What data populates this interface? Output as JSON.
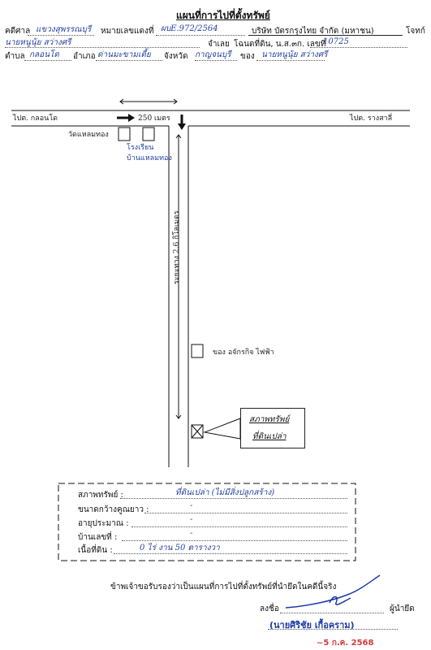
{
  "header": {
    "title": "แผนที่การไปที่ตั้งทรัพย์",
    "case_court_label": "คดีศาล",
    "case_court_value": "แขวงสุพรรณบุรี",
    "red_case_label": "หมายเลขแดงที่",
    "red_case_value": "ผบE.972/2564",
    "plaintiff": "บริษัท บัตรกรุงไทย จำกัด (มหาชน)",
    "plaintiff_role": "โจทก์",
    "defendant_value": "นายหนูนุ้ย  สว่างศรี",
    "defendant_role": "จำเลย",
    "deed_label": "โฉนดที่ดิน, น.ส.๓ก. เลขที่",
    "deed_value": "10725",
    "tambon_label": "ตำบล",
    "tambon_value": "กลอนโด",
    "amphoe_label": "อำเภอ",
    "amphoe_value": "ด่านมะขามเตี้ย",
    "province_label": "จังหวัด",
    "province_value": "กาญจนบุรี",
    "owner_label": "ของ",
    "owner_value": "นายหนูนุ้ย  สว่างศรี"
  },
  "map": {
    "road_left": "ไปต. กลอนโด",
    "road_right": "ไปต. รางสาลี่",
    "distance_top": "250 เมตร",
    "temple": "วัดแหลมทอง",
    "school": "โรงเรียนบ้านแหลมทอง",
    "side_road": "ระยะทาง 2.6 กิโลเมตร",
    "house": "ของ อจักรกิจ ไฟฟ้า",
    "callout_line1": "สภาพทรัพย์",
    "callout_line2": "ที่ดินเปล่า"
  },
  "details": {
    "rows": [
      {
        "label": "สภาพทรัพย์ :",
        "value": "ที่ดินเปล่า (ไม่มีสิ่งปลูกสร้าง)"
      },
      {
        "label": "ขนาดกว้างคูณยาว :",
        "value": "-"
      },
      {
        "label": "อายุประมาณ :",
        "value": "-"
      },
      {
        "label": "บ้านเลขที่ :",
        "value": "-"
      },
      {
        "label": "เนื้อที่ดิน :",
        "value": "0  ไร่     งาน   50  ตารางวา"
      }
    ]
  },
  "footer": {
    "certify": "ข้าพเจ้าขอรับรองว่าเป็นแผนที่การไปที่ตั้งทรัพย์ที่นำยึดในคดีนี้จริง",
    "sign_label": "ลงชื่อ",
    "sign_role": "ผู้นำยึด",
    "signer_name": "(นายศิริชัย  เกื้อคราม)",
    "date_stamp": "~5 ก.ค. 2568"
  },
  "colors": {
    "ink": "#111111",
    "pen": "#2440a0",
    "stamp": "#d23a3a"
  }
}
